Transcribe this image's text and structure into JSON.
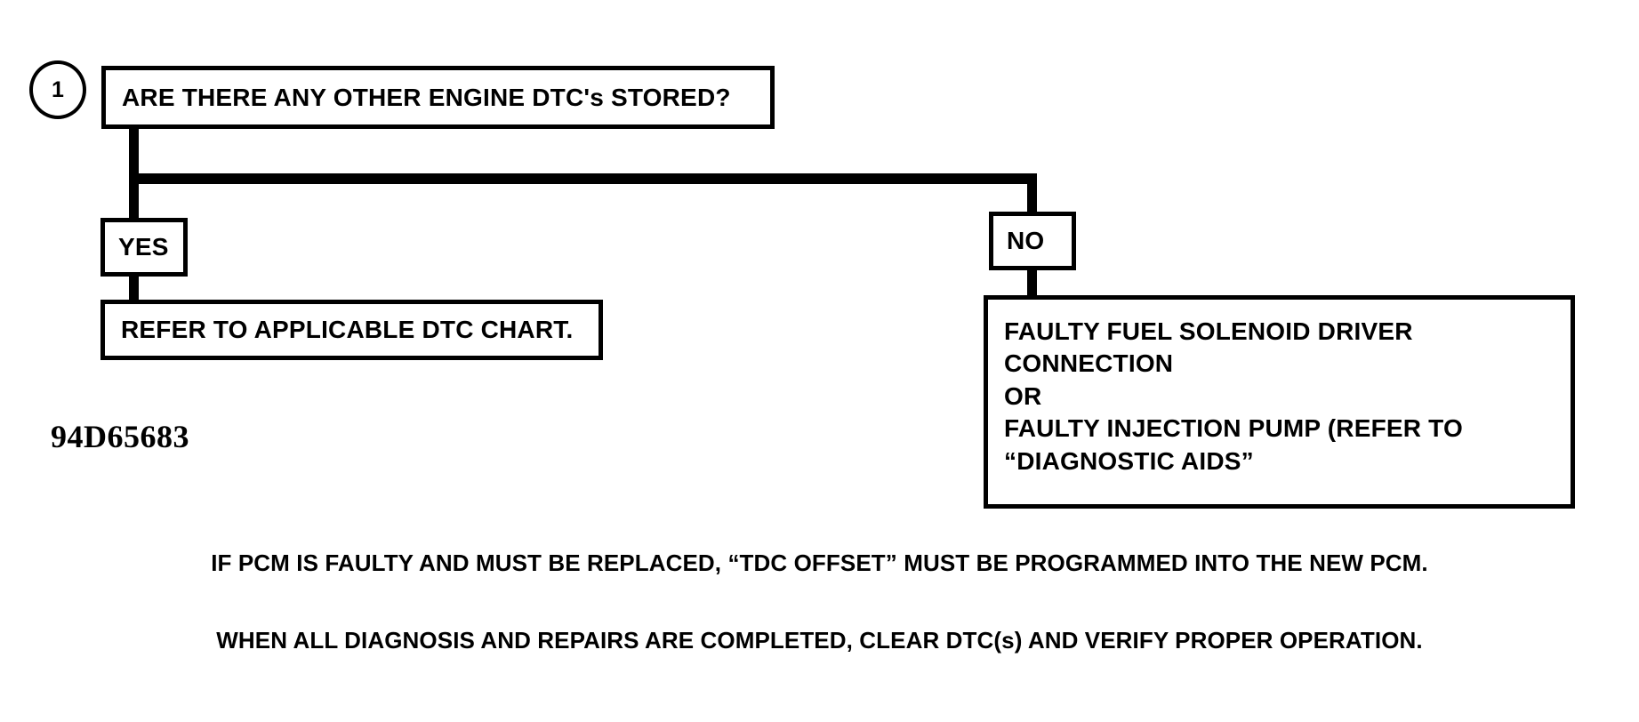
{
  "diagram": {
    "type": "flowchart",
    "part_number": "94D65683",
    "step_marker": "1",
    "question": "ARE THERE ANY OTHER ENGINE DTC's STORED?",
    "branches": {
      "yes": {
        "label": "YES",
        "outcome": "REFER TO APPLICABLE DTC CHART."
      },
      "no": {
        "label": "NO",
        "outcome": "FAULTY FUEL SOLENOID DRIVER\nCONNECTION\nOR\nFAULTY INJECTION PUMP (REFER TO\n“DIAGNOSTIC AIDS”"
      }
    },
    "footer_notes": [
      "IF PCM IS FAULTY AND MUST BE REPLACED, “TDC OFFSET” MUST BE PROGRAMMED INTO THE NEW PCM.",
      "WHEN ALL DIAGNOSIS AND REPAIRS ARE COMPLETED, CLEAR DTC(s) AND VERIFY PROPER OPERATION."
    ],
    "colors": {
      "ink": "#000000",
      "background": "#ffffff"
    }
  }
}
